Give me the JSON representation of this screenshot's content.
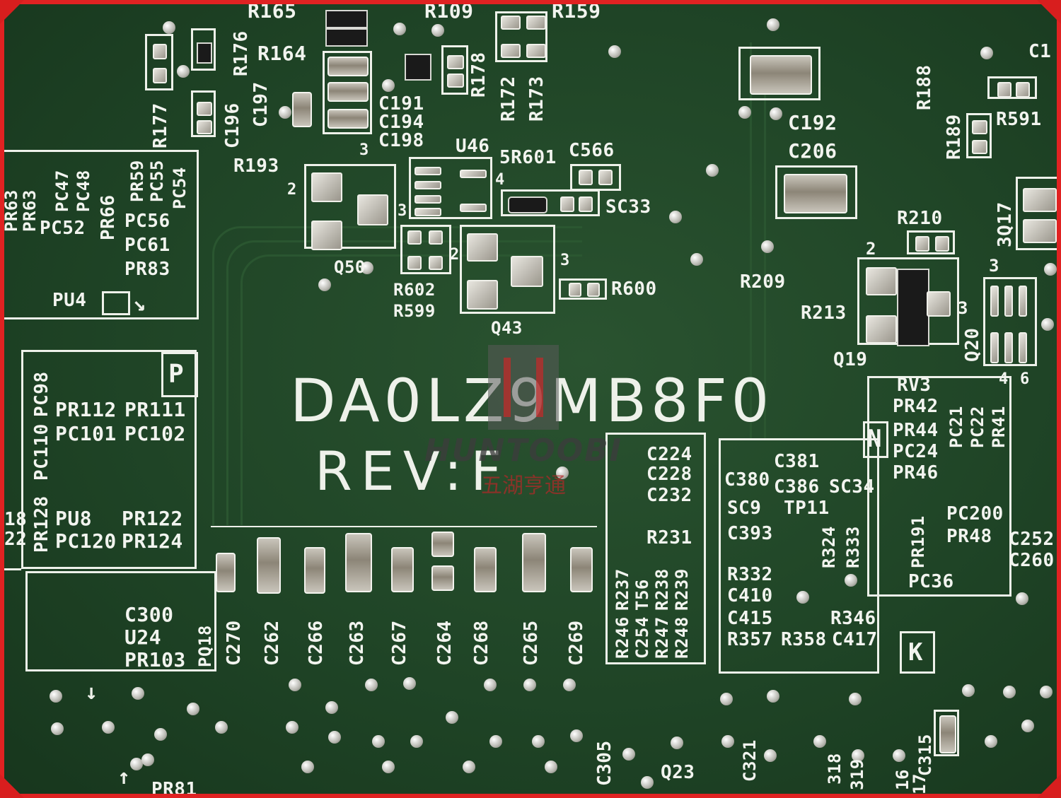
{
  "main_marking": "DA0LZ9MB8F0",
  "revision_marking": "REV:F",
  "watermark": {
    "text": "HUNTOOBI",
    "chinese": "五湖亨通"
  },
  "silk": {
    "R165": "R165",
    "R109": "R109",
    "R159": "R159",
    "R164": "R164",
    "R176": "R176",
    "R177": "R177",
    "C196": "C196",
    "C197": "C197",
    "R193": "R193",
    "C191": "C191",
    "C194": "C194",
    "C198": "C198",
    "U46": "U46",
    "R172": "R172",
    "R173": "R173",
    "R178": "R178",
    "SR601": "5R601",
    "C566": "C566",
    "SC33": "SC33",
    "Q50": "Q50",
    "R602": "R602",
    "R599": "R599",
    "Q43": "Q43",
    "R600": "R600",
    "C192": "C192",
    "R188": "R188",
    "C206": "C206",
    "R189": "R189",
    "R591": "R591",
    "R210": "R210",
    "R209": "R209",
    "R213": "R213",
    "Q19": "Q19",
    "Q17": "3Q17",
    "Q20": "Q20",
    "C1": "C1",
    "PR63a": "PR63",
    "PR63b": "PR63",
    "PC47": "PC47",
    "PC48": "PC48",
    "PC52": "PC52",
    "PR66": "PR66",
    "PR59": "PR59",
    "PC55": "PC55",
    "PC54": "PC54",
    "PC56": "PC56",
    "PC61": "PC61",
    "PR83": "PR83",
    "PU4": "PU4",
    "PC98": "PC98",
    "PC110": "PC110",
    "PR112": "PR112",
    "PR111": "PR111",
    "PC101": "PC101",
    "PC102": "PC102",
    "PR128": "PR128",
    "PU8": "PU8",
    "PR122": "PR122",
    "PC120": "PC120",
    "PR124": "PR124",
    "n18": "18",
    "n22": "22",
    "P": "P",
    "C300": "C300",
    "U24": "U24",
    "PR103": "PR103",
    "PQ18": "PQ18",
    "C270": "C270",
    "C262": "C262",
    "C266": "C266",
    "C263": "C263",
    "C267": "C267",
    "C264": "C264",
    "C268": "C268",
    "C265": "C265",
    "C269": "C269",
    "C224": "C224",
    "C228": "C228",
    "C232": "C232",
    "R231": "R231",
    "R246": "R246",
    "R237": "R237",
    "C254": "C254",
    "T56": "T56",
    "R247": "R247",
    "R238": "R238",
    "R248": "R248",
    "R239": "R239",
    "C381": "C381",
    "C380": "C380",
    "C386": "C386",
    "SC34": "SC34",
    "SC9": "SC9",
    "TP11": "TP11",
    "C393": "C393",
    "R324": "R324",
    "R333": "R333",
    "R332": "R332",
    "C410": "C410",
    "C415": "C415",
    "R346": "R346",
    "R357": "R357",
    "R358": "R358",
    "C417": "C417",
    "K": "K",
    "RV3": "RV3",
    "PR42": "PR42",
    "PC21": "PC21",
    "PC22": "PC22",
    "PR41": "PR41",
    "PR44": "PR44",
    "PC24": "PC24",
    "PR46": "PR46",
    "N": "N",
    "PR191": "PR191",
    "PC200": "PC200",
    "PR48": "PR48",
    "PC36": "PC36",
    "C252": "C252",
    "C260": "C260",
    "C305": "C305",
    "Q23": "Q23",
    "C321": "C321",
    "C315": "C315",
    "n318": "318",
    "n319": "319",
    "n16": "16",
    "n17": "17",
    "PR81": "PR81",
    "pin2a": "2",
    "pin3a": "3",
    "pin3b": "3",
    "pin2b": "2",
    "pin3c": "3",
    "pin4": "4",
    "pin2c": "2",
    "pin3d": "3",
    "pin3e": "3",
    "pin4b": "4",
    "pin6": "6"
  }
}
